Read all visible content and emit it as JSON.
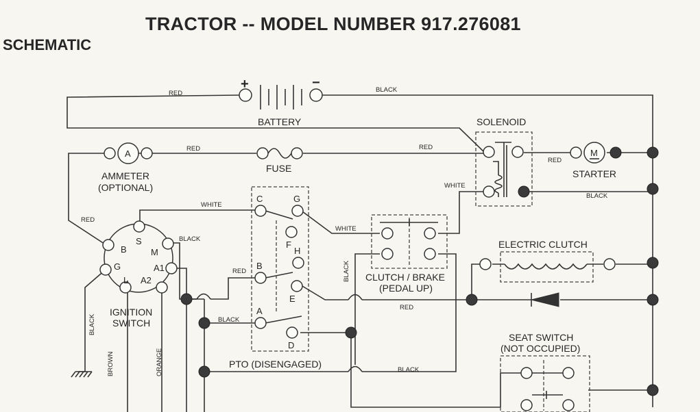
{
  "title": "TRACTOR -- MODEL NUMBER 917.276081",
  "section": "SCHEMATIC",
  "components": {
    "battery": "BATTERY",
    "solenoid": "SOLENOID",
    "ammeter_line1": "AMMETER",
    "ammeter_line2": "(OPTIONAL)",
    "ammeter_symbol": "A",
    "fuse": "FUSE",
    "starter": "STARTER",
    "starter_symbol": "M",
    "electric_clutch": "ELECTRIC CLUTCH",
    "clutch_brake_line1": "CLUTCH / BRAKE",
    "clutch_brake_line2": "(PEDAL UP)",
    "seat_switch_line1": "SEAT SWITCH",
    "seat_switch_line2": "(NOT OCCUPIED)",
    "ignition_line1": "IGNITION",
    "ignition_line2": "SWITCH",
    "pto": "PTO (DISENGAGED)",
    "battery_plus": "+",
    "battery_minus": "−"
  },
  "ignition_terminals": [
    "B",
    "S",
    "M",
    "G",
    "A1",
    "L",
    "A2"
  ],
  "pto_terminals": [
    "C",
    "G",
    "F",
    "H",
    "B",
    "E",
    "A",
    "D"
  ],
  "wire_colors": {
    "red": "RED",
    "black": "BLACK",
    "white": "WHITE",
    "brown": "BROWN",
    "orange": "ORANGE"
  }
}
